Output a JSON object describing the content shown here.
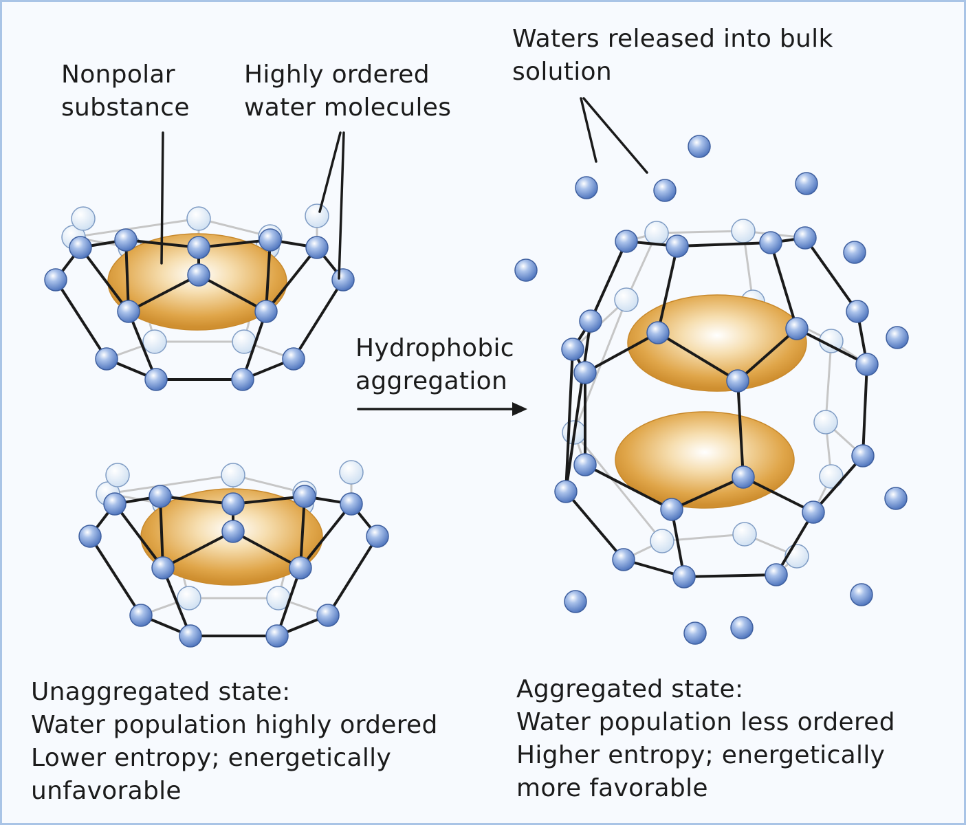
{
  "labels": {
    "nonpolar": [
      "Nonpolar",
      "substance"
    ],
    "ordered_water": [
      "Highly ordered",
      "water molecules"
    ],
    "released": [
      "Waters released into bulk",
      "solution"
    ],
    "process": [
      "Hydrophobic",
      "aggregation"
    ],
    "unaggregated": [
      "Unaggregated state:",
      "Water population highly ordered",
      "Lower entropy; energetically",
      "unfavorable"
    ],
    "aggregated": [
      "Aggregated state:",
      "Water population less ordered",
      "Higher entropy; energetically",
      "more favorable"
    ]
  },
  "colors": {
    "background": "#f7fafe",
    "frame": "#a9c4e6",
    "front_water": "#6f92d2",
    "back_water": "#eaf2fb",
    "solute": "#e0a64a",
    "bond": "#1a1a1a",
    "back_bond": "#c6c6c6"
  }
}
